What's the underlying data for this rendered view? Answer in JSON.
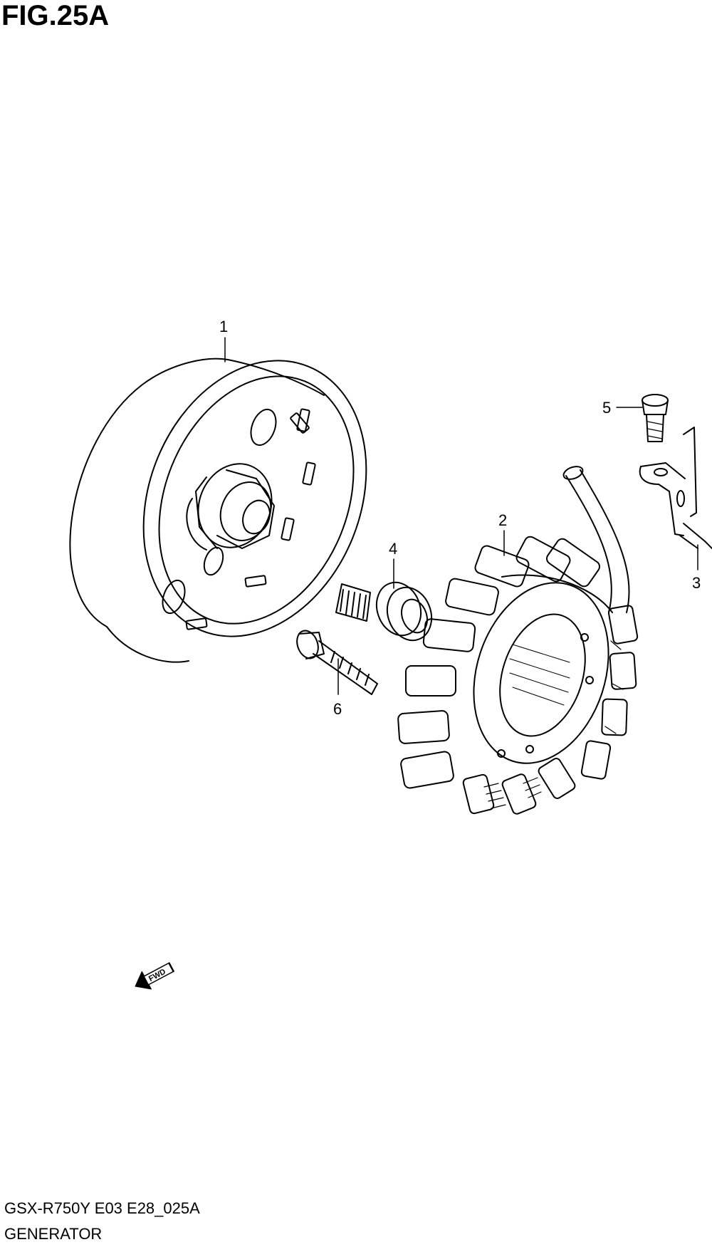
{
  "figure": {
    "title": "FIG.25A"
  },
  "callouts": [
    {
      "number": "1",
      "part": "flywheel-rotor"
    },
    {
      "number": "2",
      "part": "stator-coil"
    },
    {
      "number": "3",
      "part": "wire-clamp"
    },
    {
      "number": "4",
      "part": "washer"
    },
    {
      "number": "5",
      "part": "clamp-bolt"
    },
    {
      "number": "6",
      "part": "stator-bolt"
    }
  ],
  "fwd_marker": {
    "label": "FWD",
    "icon": "forward-arrow-icon"
  },
  "footer": {
    "model_code": "GSX-R750Y E03 E28_025A",
    "section_name": "GENERATOR"
  },
  "colors": {
    "line": "#000000",
    "background": "#ffffff"
  }
}
